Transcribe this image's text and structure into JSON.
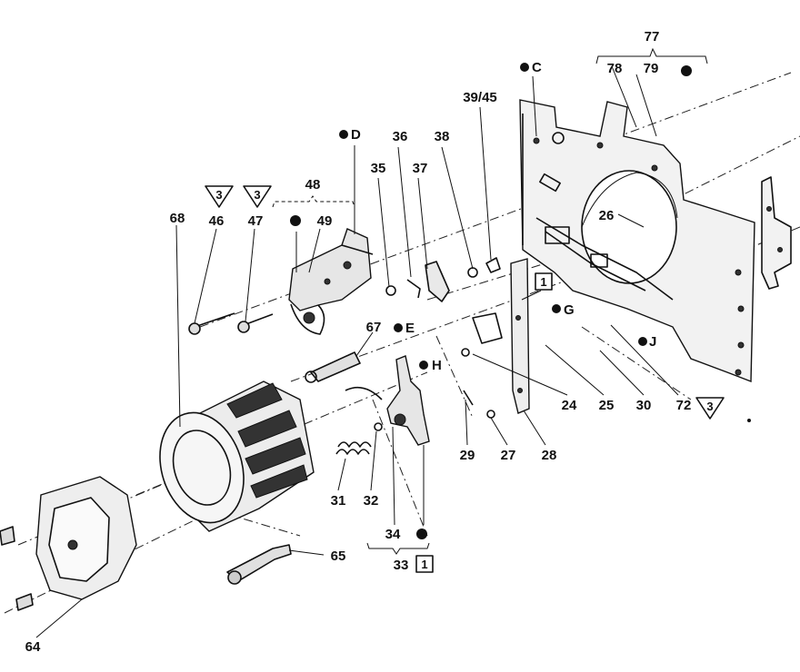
{
  "callouts": [
    {
      "id": "77",
      "text": "77"
    },
    {
      "id": "78",
      "text": "78"
    },
    {
      "id": "79",
      "text": "79"
    },
    {
      "id": "39-45",
      "text": "39/45"
    },
    {
      "id": "c",
      "text": "C"
    },
    {
      "id": "d",
      "text": "D"
    },
    {
      "id": "36",
      "text": "36"
    },
    {
      "id": "38",
      "text": "38"
    },
    {
      "id": "35",
      "text": "35"
    },
    {
      "id": "37",
      "text": "37"
    },
    {
      "id": "48",
      "text": "48"
    },
    {
      "id": "49",
      "text": "49"
    },
    {
      "id": "46",
      "text": "46"
    },
    {
      "id": "47",
      "text": "47"
    },
    {
      "id": "68",
      "text": "68"
    },
    {
      "id": "26",
      "text": "26"
    },
    {
      "id": "g",
      "text": "G"
    },
    {
      "id": "67",
      "text": "67"
    },
    {
      "id": "e",
      "text": "E"
    },
    {
      "id": "h",
      "text": "H"
    },
    {
      "id": "j",
      "text": "J"
    },
    {
      "id": "24",
      "text": "24"
    },
    {
      "id": "25",
      "text": "25"
    },
    {
      "id": "30",
      "text": "30"
    },
    {
      "id": "72",
      "text": "72"
    },
    {
      "id": "29",
      "text": "29"
    },
    {
      "id": "27",
      "text": "27"
    },
    {
      "id": "28",
      "text": "28"
    },
    {
      "id": "31",
      "text": "31"
    },
    {
      "id": "32",
      "text": "32"
    },
    {
      "id": "34",
      "text": "34"
    },
    {
      "id": "33",
      "text": "33"
    },
    {
      "id": "65",
      "text": "65"
    },
    {
      "id": "64",
      "text": "64"
    }
  ],
  "badges": {
    "tri_46": "3",
    "tri_47": "3",
    "tri_72": "3",
    "box_plate": "1",
    "box_33": "1"
  }
}
